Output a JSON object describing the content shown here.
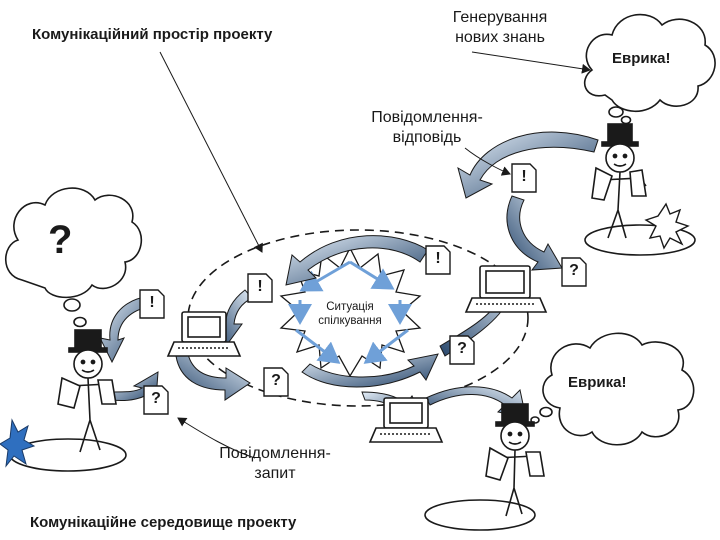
{
  "labels": {
    "comm_space": "Комунікаційний простір проекту",
    "new_knowledge": "Генерування\nнових знань",
    "eureka_top": "Еврика!",
    "reply_message": "Повідомлення-\nвідповідь",
    "question_big": "?",
    "situation": "Ситуація\nспілкування",
    "eureka_bottom": "Еврика!",
    "request_message": "Повідомлення-\nзапит",
    "comm_environment": "Комунікаційне середовище проекту"
  },
  "note_marks": {
    "note_right_top": "!",
    "note_center_top": "!",
    "note_right_q": "?",
    "note_left_top_center": "!",
    "note_left": "!",
    "note_center_q": "?",
    "note_center_bottom": "?",
    "note_left_bottom": "?"
  },
  "colors": {
    "arrow_dark": "#2f4d73",
    "arrow_light": "#c9dcef",
    "flow_arrow": "#6fa0d8",
    "ink": "#1a1a1a"
  }
}
